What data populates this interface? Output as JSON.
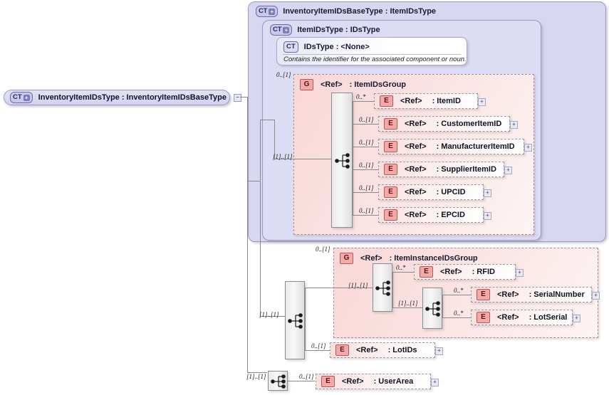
{
  "diagram": {
    "kind": "xsd-schema-diagram",
    "root_node": {
      "badge": "CT",
      "badge_plus": "+",
      "label": "InventoryItemIDsType : InventoryItemIDsBaseType",
      "collapse_glyph": "−"
    },
    "containers": [
      {
        "id": "ct-outer",
        "badge": "CT",
        "badge_plus": "+",
        "title": "InventoryItemIDsBaseType : ItemIDsType"
      },
      {
        "id": "ct-inner",
        "badge": "CT",
        "badge_plus": "+",
        "title": "ItemIDsType : IDsType"
      }
    ],
    "annotation": {
      "badge": "CT",
      "title": "IDsType  : <None>",
      "text": "Contains the identifier for the associated component or noun."
    },
    "groups": [
      {
        "id": "item-ids-group",
        "badge": "G",
        "ref": "<Ref>",
        "name": ": ItemIDsGroup",
        "occurrence": "0..[1]",
        "seq_occurrence": "[1]..[1]"
      },
      {
        "id": "item-instance-ids-group",
        "badge": "G",
        "ref": "<Ref>",
        "name": ": ItemInstanceIDsGroup",
        "occurrence": "0..[1]",
        "seq_occurrence": "[1]..[1]",
        "inner_seq_occurrence": "[1]..[1]"
      }
    ],
    "elements": [
      {
        "id": "itemid",
        "badge": "E",
        "ref": "<Ref>",
        "name": ": ItemID",
        "occurrence": "0..*",
        "expander": "+"
      },
      {
        "id": "customeritemid",
        "badge": "E",
        "ref": "<Ref>",
        "name": ": CustomerItemID",
        "occurrence": "0..[1]",
        "expander": "+"
      },
      {
        "id": "manufactureritemid",
        "badge": "E",
        "ref": "<Ref>",
        "name": ": ManufacturerItemID",
        "occurrence": "0..[1]",
        "expander": "+"
      },
      {
        "id": "supplieritemid",
        "badge": "E",
        "ref": "<Ref>",
        "name": ": SupplierItemID",
        "occurrence": "0..[1]",
        "expander": "+"
      },
      {
        "id": "upcid",
        "badge": "E",
        "ref": "<Ref>",
        "name": ": UPCID",
        "occurrence": "0..[1]",
        "expander": "+"
      },
      {
        "id": "epcid",
        "badge": "E",
        "ref": "<Ref>",
        "name": ": EPCID",
        "occurrence": "0..[1]",
        "expander": "+"
      },
      {
        "id": "rfid",
        "badge": "E",
        "ref": "<Ref>",
        "name": ": RFID",
        "occurrence": "0..*",
        "expander": "+"
      },
      {
        "id": "serialnumber",
        "badge": "E",
        "ref": "<Ref>",
        "name": ": SerialNumber",
        "occurrence": "0..*",
        "expander": "+"
      },
      {
        "id": "lotserial",
        "badge": "E",
        "ref": "<Ref>",
        "name": ": LotSerial",
        "occurrence": "0..*",
        "expander": "+"
      },
      {
        "id": "lotids",
        "badge": "E",
        "ref": "<Ref>",
        "name": ": LotIDs",
        "occurrence": "0..[1]",
        "expander": "+"
      },
      {
        "id": "userarea",
        "badge": "E",
        "ref": "<Ref>",
        "name": ": UserArea",
        "occurrence": "0..[1]",
        "expander": "+"
      }
    ],
    "compositors": [
      {
        "id": "seq-main",
        "type": "sequence",
        "occurrence": "[1]..[1]"
      },
      {
        "id": "seq-instance",
        "type": "sequence",
        "occurrence": "[1]..[1]"
      },
      {
        "id": "seq-instance-sub",
        "type": "sequence",
        "occurrence": "[1]..[1]"
      },
      {
        "id": "seq-lower",
        "type": "sequence",
        "occurrence": "[1]..[1]"
      },
      {
        "id": "seq-bottom",
        "type": "sequence",
        "occurrence": "[1]..[1]"
      }
    ],
    "colors": {
      "container_fill": "#d7d7f2",
      "container_border": "#9a9ac0",
      "group_fill": "#f9d7d7",
      "element_fill": "#fbdede",
      "badge_red": "#f3a9a9",
      "line": "#8a8a8a",
      "page_background": "#ffffff"
    }
  }
}
